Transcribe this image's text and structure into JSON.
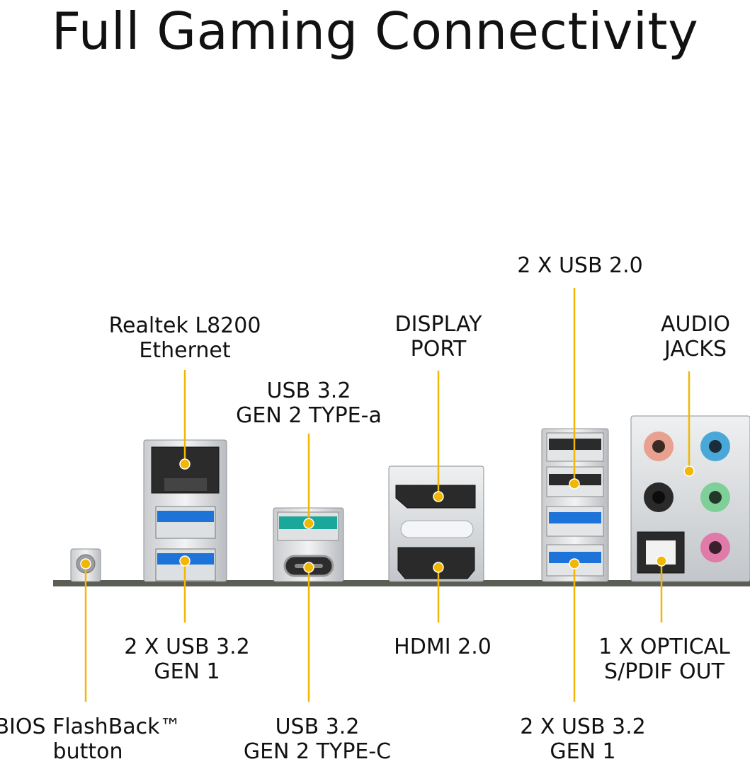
{
  "title": "Full Gaming Connectivity",
  "labels": {
    "ethernet": [
      "Realtek L8200",
      "Ethernet"
    ],
    "usb32_gen2_typea": [
      "USB 3.2",
      "GEN 2 TYPE-a"
    ],
    "displayport": [
      "DISPLAY",
      "PORT"
    ],
    "usb20": [
      "2 X USB 2.0"
    ],
    "audio": [
      "AUDIO",
      "JACKS"
    ],
    "usb32_gen1_left": [
      "2 X USB 3.2",
      "GEN 1"
    ],
    "hdmi": [
      "HDMI 2.0"
    ],
    "optical": [
      "1 X OPTICAL",
      "S/PDIF OUT"
    ],
    "bios": [
      "BIOS FlashBack™",
      "button"
    ],
    "usb32_gen2_typec": [
      "USB 3.2",
      "GEN 2 TYPE-C"
    ],
    "usb32_gen1_right": [
      "2 X USB 3.2",
      "GEN 1"
    ]
  },
  "colors": {
    "leader": "#f2b705",
    "usb3_blue": "#1e73d8",
    "usb_teal": "#1aa89a",
    "audio_pink": "#e8a08f",
    "audio_blue": "#4aa8d8",
    "audio_green": "#7fcf98",
    "audio_magenta": "#e07aa8"
  }
}
